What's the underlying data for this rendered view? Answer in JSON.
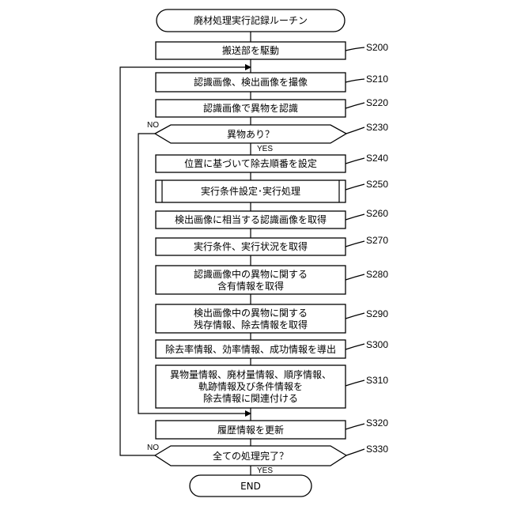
{
  "start": "廃材処理実行記録ルーチン",
  "steps": [
    {
      "id": "S200",
      "lines": [
        "搬送部を駆動"
      ]
    },
    {
      "id": "S210",
      "lines": [
        "認識画像、検出画像を撮像"
      ]
    },
    {
      "id": "S220",
      "lines": [
        "認識画像で異物を認識"
      ]
    },
    {
      "id": "S230",
      "lines": [
        "異物あり？"
      ]
    },
    {
      "id": "S240",
      "lines": [
        "位置に基づいて除去順番を設定"
      ]
    },
    {
      "id": "S250",
      "lines": [
        "実行条件設定･実行処理"
      ]
    },
    {
      "id": "S260",
      "lines": [
        "検出画像に相当する認識画像を取得"
      ]
    },
    {
      "id": "S270",
      "lines": [
        "実行条件、実行状況を取得"
      ]
    },
    {
      "id": "S280",
      "lines": [
        "認識画像中の異物に関する",
        "含有情報を取得"
      ]
    },
    {
      "id": "S290",
      "lines": [
        "検出画像中の異物に関する",
        "残存情報、除去情報を取得"
      ]
    },
    {
      "id": "S300",
      "lines": [
        "除去率情報、効率情報、成功情報を導出"
      ]
    },
    {
      "id": "S310",
      "lines": [
        "異物量情報、廃材量情報、順序情報、",
        "軌跡情報及び条件情報を",
        "除去情報に関連付ける"
      ]
    },
    {
      "id": "S320",
      "lines": [
        "履歴情報を更新"
      ]
    },
    {
      "id": "S330",
      "lines": [
        "全ての処理完了？"
      ]
    }
  ],
  "end": "END",
  "branches": {
    "s230_no": "NO",
    "s230_yes": "YES",
    "s330_no": "NO",
    "s330_yes": "YES"
  }
}
